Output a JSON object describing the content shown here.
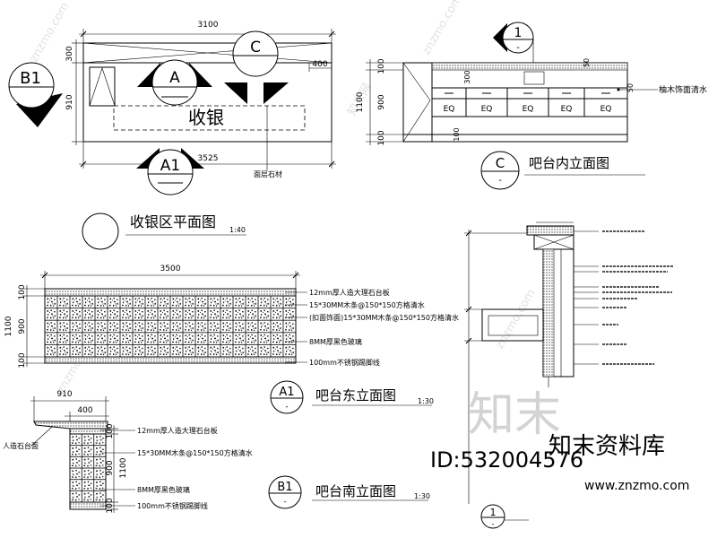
{
  "plan": {
    "dim_top": "3100",
    "dim_left_top": "300",
    "dim_left_main": "910",
    "dim_right": "400",
    "dim_bottom": "3525",
    "center_label": "收银",
    "leader_note": "面层石材",
    "marker_b1": "B1",
    "marker_a": "A",
    "marker_c": "C",
    "marker_a1": "A1",
    "title": "收银区平面图",
    "scale": "1:40"
  },
  "elevation_c": {
    "marker_number": "1",
    "marker_sub": "-",
    "dim_total": "1100",
    "dim_top": "100",
    "dim_mid": "900",
    "dim_bottom": "100",
    "dim_inner": "100",
    "dim_small": "300",
    "dim_right": "50",
    "eq_labels": [
      "EQ",
      "EQ",
      "EQ",
      "EQ",
      "EQ"
    ],
    "material_note": "柚木饰面清水",
    "title_marker": "C",
    "title_sub": "-",
    "title": "吧台内立面图"
  },
  "elevation_a1": {
    "dim_width": "3500",
    "dim_total": "1100",
    "dim_top": "100",
    "dim_mid": "900",
    "dim_bottom": "100",
    "materials": [
      "12mm厚人造大理石台板",
      "15*30MM木条@150*150方格清水",
      "(扣面饰面)15*30MM木条@150*150方格清水",
      "8MM厚黑色玻璃",
      "100mm不锈钢踢脚线"
    ],
    "marker": "A1",
    "marker_sub": "-",
    "title": "吧台东立面图",
    "scale": "1:30"
  },
  "section_b1": {
    "dim_depth": "910",
    "dim_body": "400",
    "top_note": "人造石台面",
    "dim_total": "1100",
    "dim_top": "100",
    "dim_mid": "900",
    "dim_bottom": "100",
    "materials": [
      "12mm厚人造大理石台板",
      "15*30MM木条@150*150方格清水",
      "8MM厚黑色玻璃",
      "100mm不锈钢踢脚线"
    ],
    "marker": "B1",
    "marker_sub": "-",
    "title": "吧台南立面图",
    "scale": "1:30"
  },
  "section_1": {
    "marker": "1",
    "marker_sub": "-"
  },
  "watermark": {
    "big": "知末",
    "brand": "知末资料库",
    "id": "ID:532004576",
    "url": "www.znzmo.com",
    "diagonal_en": "znzmo.com",
    "diagonal_cn": "知末网"
  }
}
